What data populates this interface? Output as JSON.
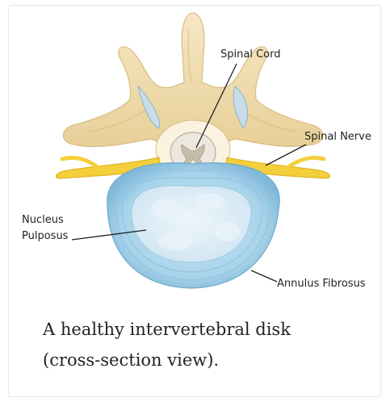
{
  "diagram": {
    "labels": {
      "spinal_cord": "Spinal Cord",
      "spinal_nerve": "Spinal Nerve",
      "nucleus_line1": "Nucleus",
      "nucleus_line2": "Pulposus",
      "annulus": "Annulus Fibrosus"
    },
    "colors": {
      "bone": "#f1dfb0",
      "bone_shadow": "#d6bb7f",
      "cartilage": "#c9dcea",
      "nerve": "#f3cf3b",
      "cord_outer": "#ece7df",
      "cord_gray": "#c5bda9",
      "annulus": "#a8d3ea",
      "nucleus": "#dcedf7"
    }
  },
  "caption": {
    "line1": "A healthy intervertebral disk",
    "line2": "(cross-section view)."
  }
}
